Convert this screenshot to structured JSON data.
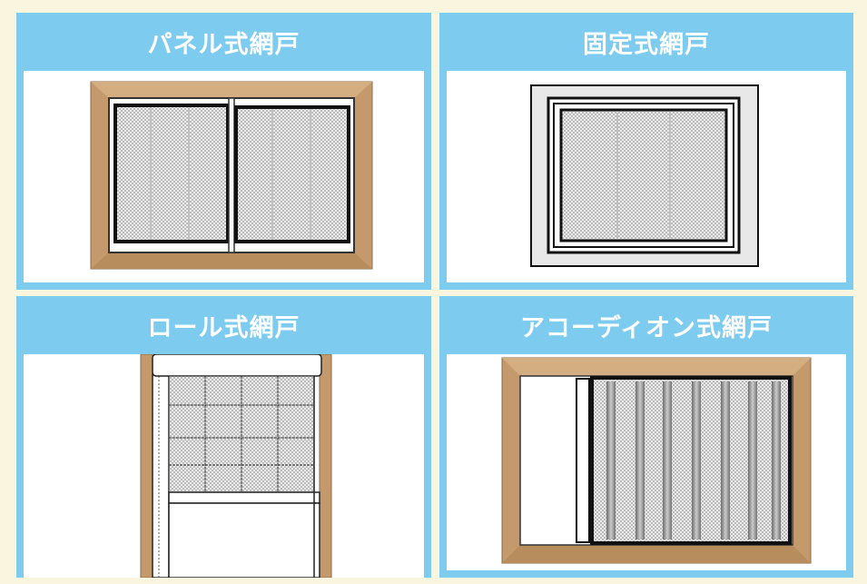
{
  "cards": [
    {
      "title": "パネル式網戸"
    },
    {
      "title": "固定式網戸"
    },
    {
      "title": "ロール式網戸"
    },
    {
      "title": "アコーディオン式網戸"
    }
  ],
  "colors": {
    "background": "#faf5df",
    "card": "#7ecbf0",
    "wood_frame": "#c49a6c",
    "wood_dark": "#a37a4f",
    "mesh": "#cfcfcf",
    "fixed_frame": "#e8e8e8"
  }
}
